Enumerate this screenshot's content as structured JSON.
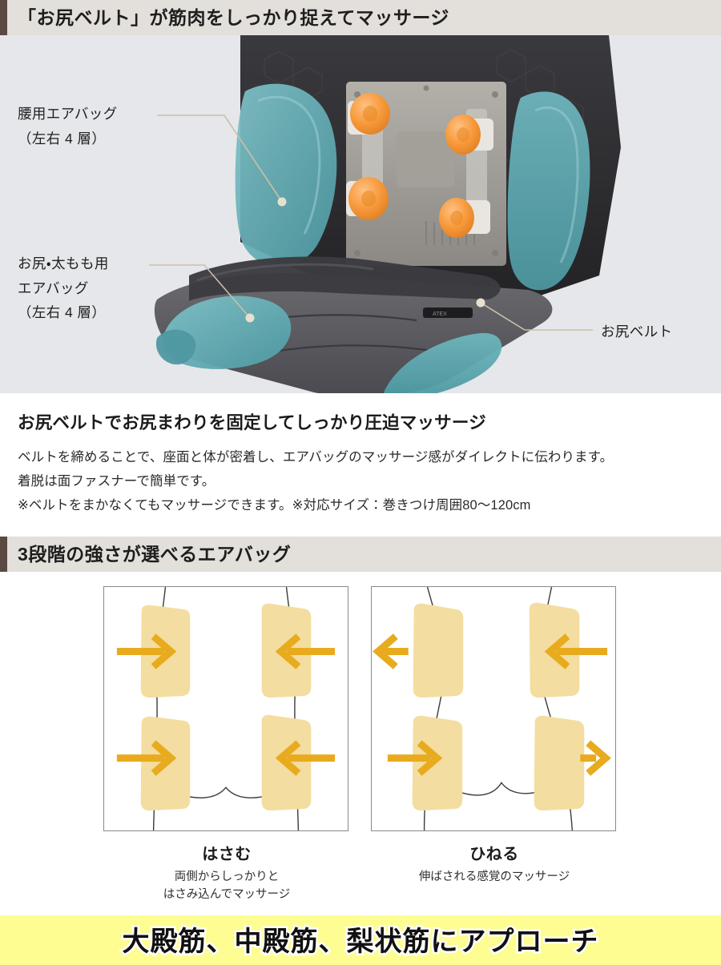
{
  "sections": {
    "photo": {
      "heading": "「お尻ベルト」が筋肉をしっかり捉えてマッサージ",
      "callouts": {
        "lumbar": "腰用エアバッグ\n（左右 4 層）",
        "hip": "お尻・太もも用\nエアバッグ\n（左右 4 層）",
        "belt": "お尻ベルト"
      },
      "colors": {
        "background": "#e6e7ea",
        "airbag_teal": "#5eacb4",
        "roller_orange": "#f5973d",
        "mechanism_gray": "#9d9a95",
        "fabric_gray": "#55555a",
        "leader_line": "#cbbfa8"
      }
    },
    "belt_text": {
      "title": "お尻ベルトでお尻まわりを固定してしっかり圧迫マッサージ",
      "lines": [
        "ベルトを締めることで、座面と体が密着し、エアバッグのマッサージ感がダイレクトに伝わります。",
        "着脱は面ファスナーで簡単です。",
        "※ベルトをまかなくてもマッサージできます。※対応サイズ：巻きつけ周囲80〜120cm"
      ]
    },
    "airbag": {
      "heading": "3段階の強さが選べるエアバッグ",
      "diagrams": [
        {
          "name": "hasamu",
          "title": "はさむ",
          "subtitle": "両側からしっかりと\nはさみ込んでマッサージ",
          "arrows": [
            {
              "position": "upper-left",
              "direction": "right"
            },
            {
              "position": "upper-right",
              "direction": "left"
            },
            {
              "position": "lower-left",
              "direction": "right"
            },
            {
              "position": "lower-right",
              "direction": "left"
            }
          ]
        },
        {
          "name": "hineru",
          "title": "ひねる",
          "subtitle": "伸ばされる感覚のマッサージ",
          "arrows": [
            {
              "position": "upper-left",
              "direction": "left"
            },
            {
              "position": "upper-right",
              "direction": "left"
            },
            {
              "position": "lower-left",
              "direction": "right"
            },
            {
              "position": "lower-right",
              "direction": "right"
            }
          ]
        }
      ],
      "colors": {
        "pad": "#f3dda0",
        "arrow": "#e8ab1e",
        "body_outline": "#3a3a3a",
        "box_border": "#8a8a8a"
      }
    },
    "footer": {
      "text": "大殿筋、中殿筋、梨状筋にアプローチ",
      "background": "#fdfd92",
      "text_color": "#111111",
      "outline_color": "#ffffff"
    }
  }
}
